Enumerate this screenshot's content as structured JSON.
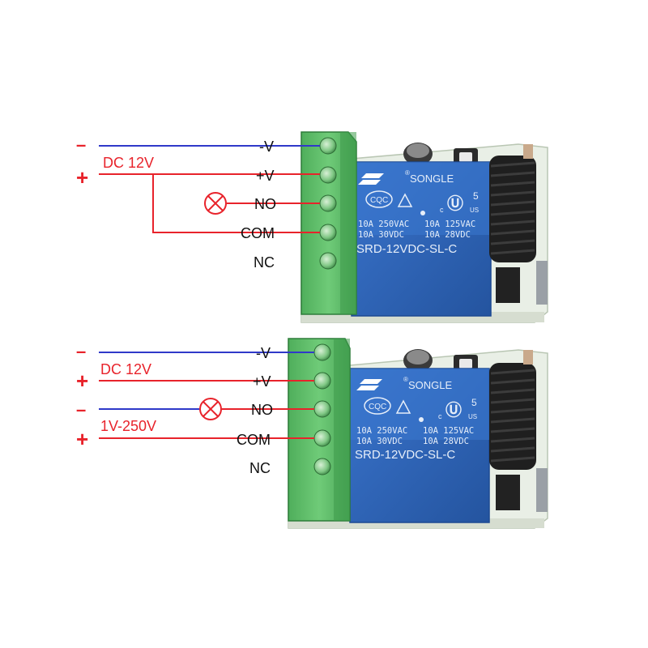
{
  "colors": {
    "negative_wire": "#2f39c9",
    "positive_wire": "#e8232b",
    "terminal_block": "#5fbf6a",
    "relay_body": "#2e63b8",
    "pcb": "#e9efe6"
  },
  "diagram1": {
    "supply_label": "DC 12V",
    "minus_sign": "–",
    "plus_sign": "+",
    "terminals": [
      "-V",
      "+V",
      "NO",
      "COM",
      "NC"
    ],
    "load_icon": "lamp-icon",
    "relay": {
      "brand": "SONGLE",
      "cert": "CQC",
      "rating_left_1": "10A 250VAC",
      "rating_left_2": "10A  30VDC",
      "rating_right_1": "10A 125VAC",
      "rating_right_2": "10A  28VDC",
      "model": "SRD-12VDC-SL-C",
      "ul_num": "5",
      "ul_c": "c",
      "ul_us": "US"
    }
  },
  "diagram2": {
    "supply_label": "DC 12V",
    "load_supply_label": "1V-250V",
    "minus_sign_1": "–",
    "plus_sign_1": "+",
    "minus_sign_2": "–",
    "plus_sign_2": "+",
    "terminals": [
      "-V",
      "+V",
      "NO",
      "COM",
      "NC"
    ],
    "load_icon": "lamp-icon",
    "relay": {
      "brand": "SONGLE",
      "cert": "CQC",
      "rating_left_1": "10A 250VAC",
      "rating_left_2": "10A  30VDC",
      "rating_right_1": "10A 125VAC",
      "rating_right_2": "10A  28VDC",
      "model": "SRD-12VDC-SL-C",
      "ul_num": "5",
      "ul_c": "c",
      "ul_us": "US"
    }
  }
}
